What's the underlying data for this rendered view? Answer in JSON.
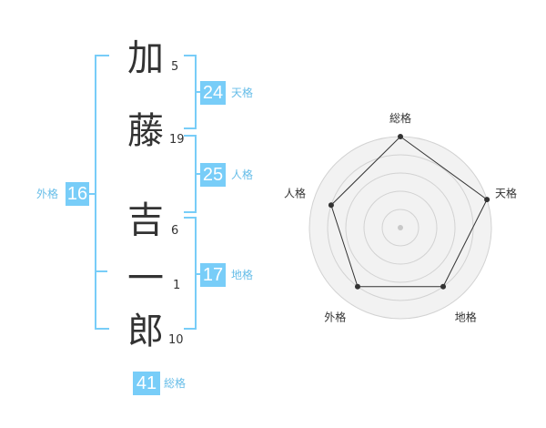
{
  "name": {
    "chars": [
      {
        "char": "加",
        "strokes": "5"
      },
      {
        "char": "藤",
        "strokes": "19"
      },
      {
        "char": "吉",
        "strokes": "6"
      },
      {
        "char": "一",
        "strokes": "1"
      },
      {
        "char": "郎",
        "strokes": "10"
      }
    ]
  },
  "fortune": {
    "tenkaku": {
      "value": "24",
      "label": "天格"
    },
    "jinkaku": {
      "value": "25",
      "label": "人格"
    },
    "chikaku": {
      "value": "17",
      "label": "地格"
    },
    "gaikaku": {
      "value": "16",
      "label": "外格"
    },
    "soukaku": {
      "value": "41",
      "label": "総格"
    }
  },
  "chart_data": {
    "type": "radar",
    "axes": [
      "総格",
      "天格",
      "地格",
      "外格",
      "人格"
    ],
    "values": [
      5,
      5,
      4,
      4,
      4
    ],
    "max": 5,
    "rings": 5
  }
}
